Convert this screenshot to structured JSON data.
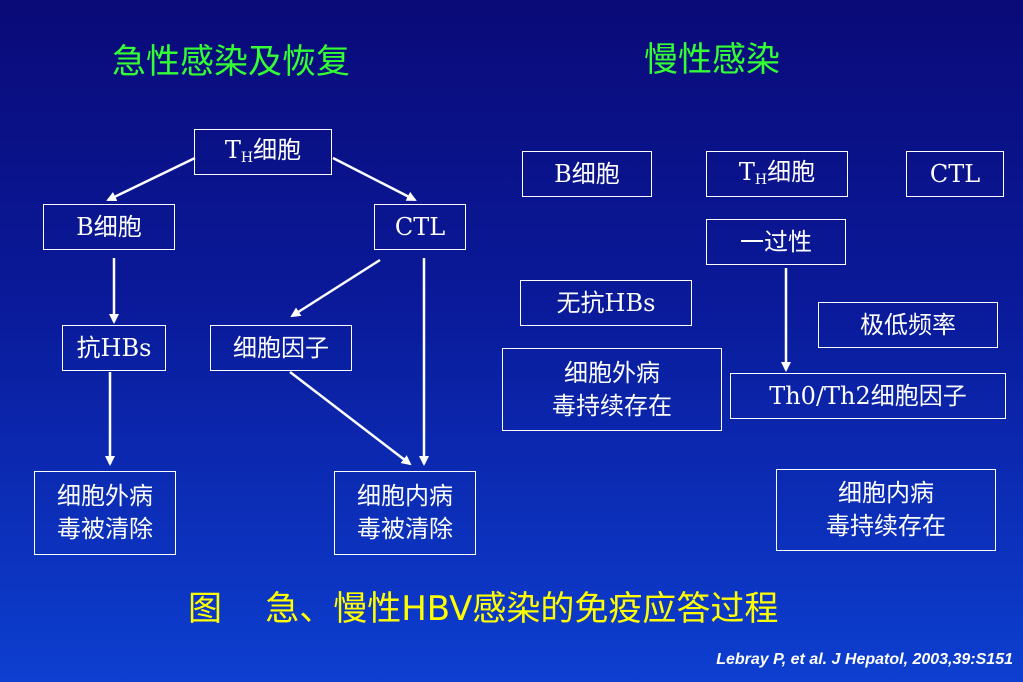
{
  "headings": {
    "acute": "急性感染及恢复",
    "chronic": "慢性感染"
  },
  "acute": {
    "th_cell": {
      "prefix": "T",
      "sub": "H",
      "suffix": "细胞"
    },
    "b_cell": "B细胞",
    "ctl": "CTL",
    "anti_hbs": "抗HBs",
    "cytokine": "细胞因子",
    "extracellular_cleared": {
      "line1": "细胞外病",
      "line2": "毒被清除"
    },
    "intracellular_cleared": {
      "line1": "细胞内病",
      "line2": "毒被清除"
    }
  },
  "chronic": {
    "b_cell": "B细胞",
    "th_cell": {
      "prefix": "T",
      "sub": "H",
      "suffix": "细胞"
    },
    "ctl": "CTL",
    "transient": "一过性",
    "no_anti_hbs": "无抗HBs",
    "very_low_freq": "极低频率",
    "extracellular_persist": {
      "line1": "细胞外病",
      "line2": "毒持续存在"
    },
    "th0_th2_cytokine": "Th0/Th2细胞因子",
    "intracellular_persist": {
      "line1": "细胞内病",
      "line2": "毒持续存在"
    }
  },
  "caption": "图    急、慢性HBV感染的免疫应答过程",
  "reference": "Lebray P, et al. J Hepatol, 2003,39:S151",
  "colors": {
    "heading": "#33ff33",
    "caption": "#ffff00",
    "box_border": "#ffffff",
    "text": "#ffffff"
  }
}
